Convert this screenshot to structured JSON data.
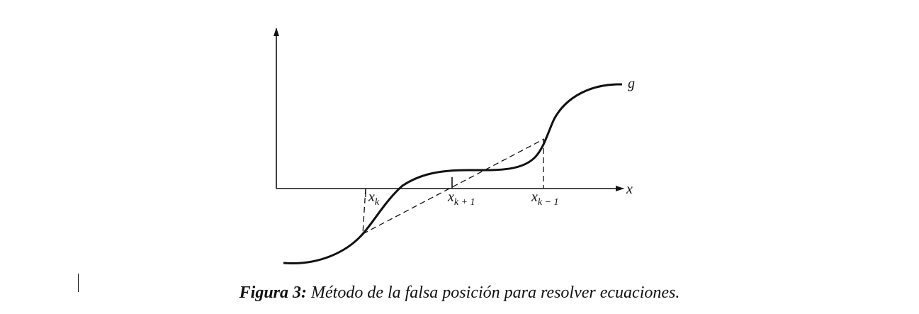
{
  "figure": {
    "curve_label": "g",
    "axis_label": "x",
    "points": [
      {
        "base": "x",
        "sub": "k"
      },
      {
        "base": "x",
        "sub": "k + 1"
      },
      {
        "base": "x",
        "sub": "k − 1"
      }
    ]
  },
  "caption": {
    "label": "Figura 3:",
    "text": " Método de la falsa posición para resolver ecuaciones."
  }
}
